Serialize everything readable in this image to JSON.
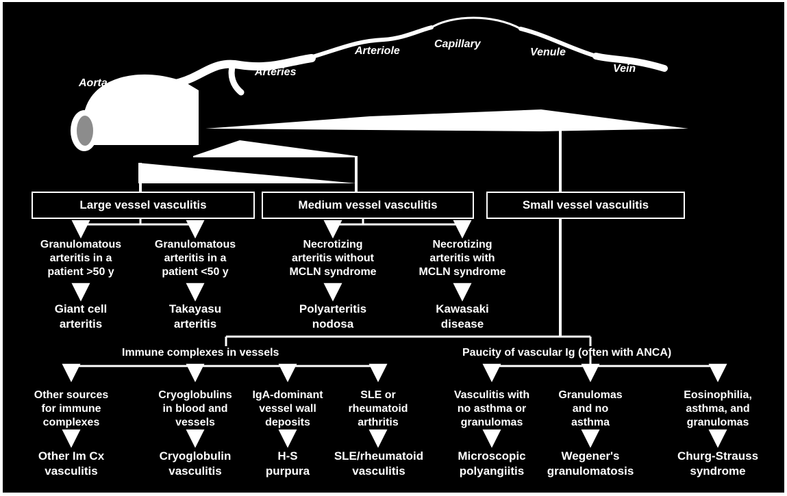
{
  "vessels": {
    "aorta": "Aorta",
    "arteries": "Arteries",
    "arteriole": "Arteriole",
    "capillary": "Capillary",
    "venule": "Venule",
    "vein": "Vein"
  },
  "headers": {
    "large": "Large vessel vasculitis",
    "medium": "Medium vessel vasculitis",
    "small": "Small vessel vasculitis"
  },
  "large": {
    "a_desc": "Granulomatous\narteritis in a\npatient >50 y",
    "a_disease": "Giant cell\narteritis",
    "b_desc": "Granulomatous\narteritis in a\npatient <50 y",
    "b_disease": "Takayasu\narteritis"
  },
  "medium": {
    "a_desc": "Necrotizing\narteritis without\nMCLN syndrome",
    "a_disease": "Polyarteritis\nnodosa",
    "b_desc": "Necrotizing\narteritis with\nMCLN syndrome",
    "b_disease": "Kawasaki\ndisease"
  },
  "small": {
    "immune_label": "Immune complexes in vessels",
    "paucity_label": "Paucity of vascular Ig (often with ANCA)",
    "items": [
      {
        "desc": "Other sources\nfor immune\ncomplexes",
        "disease": "Other Im Cx\nvasculitis"
      },
      {
        "desc": "Cryoglobulins\nin blood and\nvessels",
        "disease": "Cryoglobulin\nvasculitis"
      },
      {
        "desc": "IgA-dominant\nvessel wall\ndeposits",
        "disease": "H-S\npurpura"
      },
      {
        "desc": "SLE or\nrheumatoid\narthritis",
        "disease": "SLE/rheumatoid\nvasculitis"
      },
      {
        "desc": "Vasculitis with\nno asthma or\ngranulomas",
        "disease": "Microscopic\npolyangiitis"
      },
      {
        "desc": "Granulomas\nand no\nasthma",
        "disease": "Wegener's\ngranulomatosis"
      },
      {
        "desc": "Eosinophilia,\nasthma, and\ngranulomas",
        "disease": "Churg-Strauss\nsyndrome"
      }
    ]
  },
  "colors": {
    "background": "#000000",
    "foreground": "#ffffff",
    "vessel_lumen": "#8c8c8c"
  }
}
